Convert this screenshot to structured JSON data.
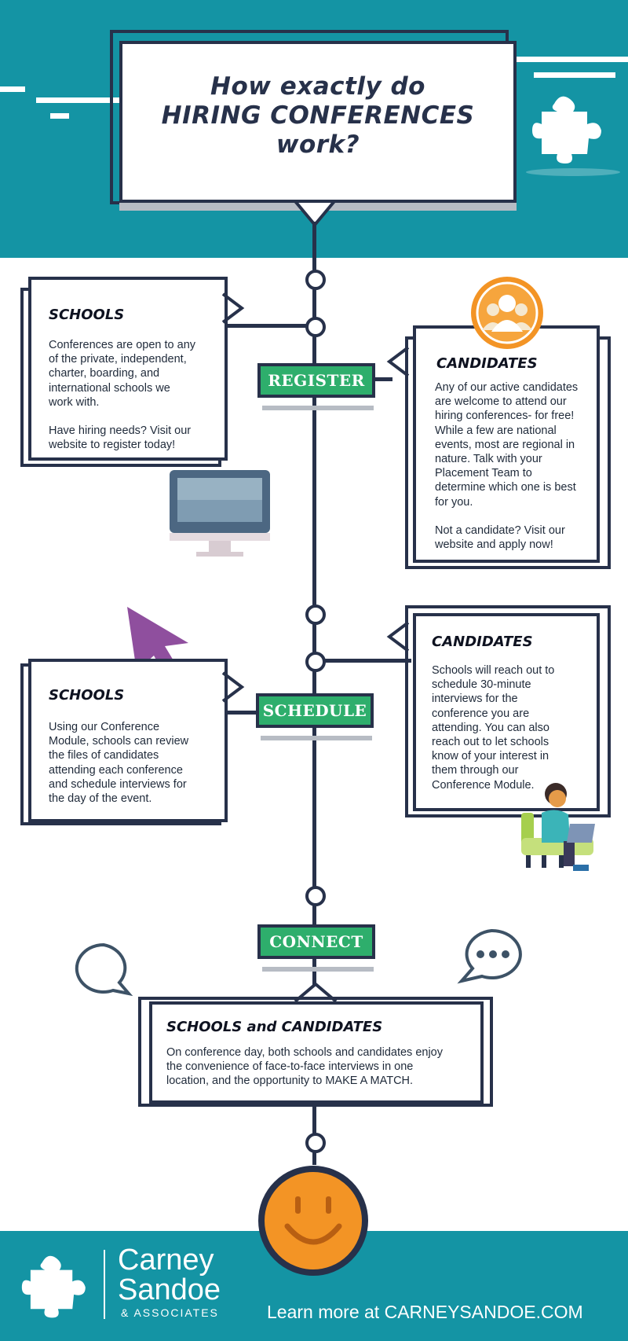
{
  "header": {
    "title_line1": "How exactly do",
    "title_line2": "HIRING CONFERENCES",
    "title_line3": "work?"
  },
  "steps": {
    "register": "REGISTER",
    "schedule": "SCHEDULE",
    "connect": "CONNECT"
  },
  "register_schools": {
    "heading": "SCHOOLS",
    "body": "Conferences are open to any\nof the private, independent,\ncharter, boarding, and\ninternational schools we\nwork with.\n\nHave hiring needs? Visit our\nwebsite to register today!"
  },
  "register_candidates": {
    "heading": "CANDIDATES",
    "body": "Any of our active candidates\nare welcome to attend our\nhiring conferences- for free!\nWhile a few are national\nevents, most are regional in\nnature. Talk with your\nPlacement Team to\ndetermine which one is best\nfor you.\n\nNot a candidate? Visit our\nwebsite and apply now!"
  },
  "schedule_candidates": {
    "heading": "CANDIDATES",
    "body": "Schools will reach out to\nschedule 30-minute\ninterviews for the\nconference you are\nattending. You can also\nreach out to let schools\nknow of your interest in\nthem through our\nConference Module."
  },
  "schedule_schools": {
    "heading": "SCHOOLS",
    "body": "Using our Conference\nModule, schools can review\nthe files of candidates\nattending each conference\nand schedule interviews for\nthe day of the event."
  },
  "connect_both": {
    "heading": "SCHOOLS and CANDIDATES",
    "body": "On conference day, both schools and candidates enjoy\nthe convenience of face-to-face interviews in one\nlocation, and the opportunity to MAKE A MATCH."
  },
  "footer": {
    "logo_line1": "Carney",
    "logo_line2": "Sandoe",
    "logo_line3": "& ASSOCIATES",
    "cta": "Learn more at CARNEYSANDOE.COM"
  },
  "colors": {
    "teal": "#1494a4",
    "navy": "#27314a",
    "green": "#2eae6c",
    "orange": "#f39425",
    "purple": "#8f4f9e"
  },
  "icons": [
    "puzzle-icon",
    "monitor-icon",
    "people-icon",
    "cursor-icon",
    "person-laptop-icon",
    "speech-bubble-icon",
    "chat-dots-icon",
    "smiley-icon"
  ]
}
